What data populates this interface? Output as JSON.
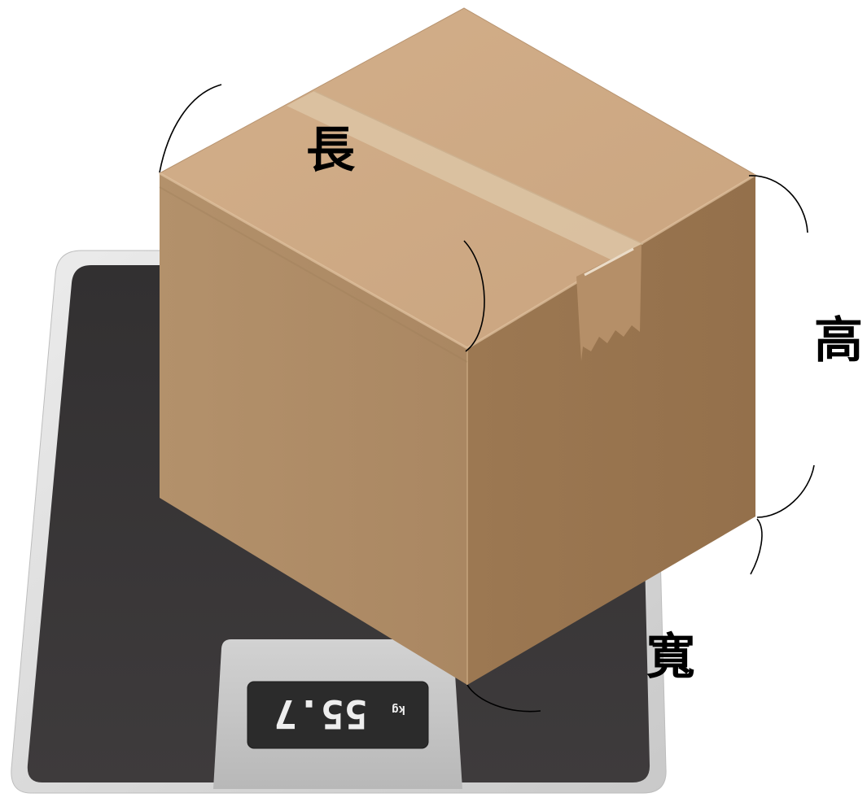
{
  "labels": {
    "length": "長",
    "height": "高",
    "width": "寬"
  },
  "scale": {
    "display_reading": "55.7",
    "display_unit": "kg"
  },
  "colors": {
    "background": "#ffffff",
    "scale_frame": "#d8d8d8",
    "scale_platform": "#353334",
    "display_bezel": "#c6c6c6",
    "display_screen": "#2b2b2b",
    "display_digits": "#eeeeee",
    "box_top": "#cfab86",
    "box_front": "#b08c66",
    "box_side": "#9a7550",
    "tape": "#dcc3a3",
    "label_text": "#000000"
  },
  "icons": [
    "cardboard-box-icon",
    "weighing-scale-icon"
  ]
}
